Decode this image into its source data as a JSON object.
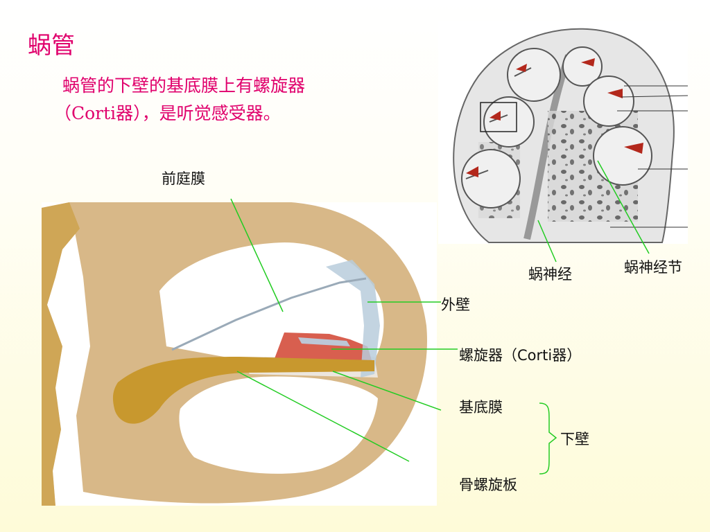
{
  "title": "蜗管",
  "description": {
    "line1": "蜗管的下壁的基底膜上有螺旋器",
    "line2": "（Corti器），是听觉感受器。"
  },
  "labels": {
    "vestibular_membrane": "前庭膜",
    "cochlear_nerve": "蜗神经",
    "spiral_ganglion": "蜗神经节",
    "outer_wall": "外壁",
    "spiral_organ": "螺旋器（Corti器）",
    "basilar_membrane": "基底膜",
    "lower_wall": "下壁",
    "osseous_spiral_lamina": "骨螺旋板"
  },
  "colors": {
    "title": "#e0006c",
    "leader_line": "#22cc22",
    "bone": "#d8b888",
    "nerve": "#c8982e"
  }
}
